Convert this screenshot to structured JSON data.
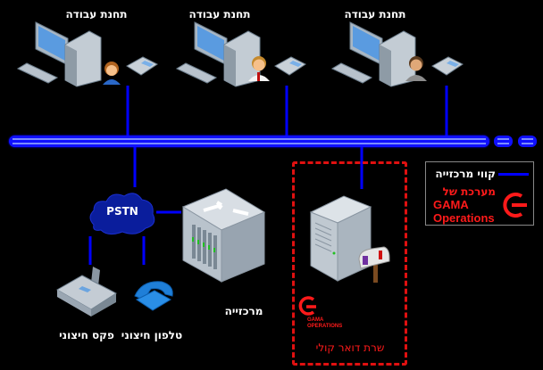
{
  "workstations": [
    {
      "label": "תחנת עבודה",
      "user": "female-user"
    },
    {
      "label": "תחנת עבודה",
      "user": "male-user-tie"
    },
    {
      "label": "תחנת עבודה",
      "user": "male-user"
    }
  ],
  "bus": {
    "name": "main-bus"
  },
  "pstn": {
    "label": "PSTN"
  },
  "pbx": {
    "label": "מרכזייה"
  },
  "external_phone": {
    "label": "טלפון חיצוני"
  },
  "external_fax": {
    "label": "פקס חיצוני"
  },
  "voicemail_server": {
    "label": "שרת דואר קולי",
    "logo_line1": "GAMA",
    "logo_line2": "OPERATIONS"
  },
  "legend": {
    "line_label": "קווי מרכזייה",
    "system_label_1": "מערכת של",
    "system_label_2": "GAMA",
    "system_label_3": "Operations"
  },
  "colors": {
    "line": "#0000ff",
    "accent": "#ff1a1a",
    "background": "#000000"
  }
}
